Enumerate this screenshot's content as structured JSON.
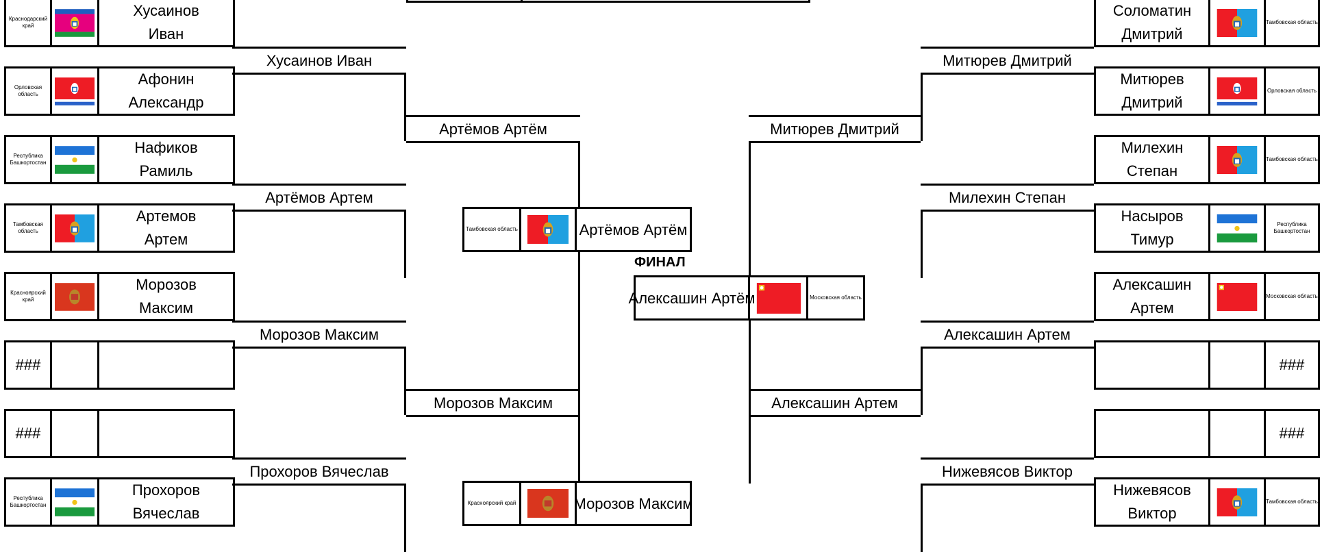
{
  "colors": {
    "line": "#000000",
    "red": "#ee1c25",
    "blue": "#20a0e0",
    "green": "#1a9a3e",
    "magenta": "#e6007e",
    "white": "#ffffff"
  },
  "final_label": "ФИНАЛ",
  "left_players": [
    {
      "region": "Краснодарский край",
      "flag": "krasnodar-flag",
      "first": "Хусаинов",
      "last": "Иван"
    },
    {
      "region": "Орловская область",
      "flag": "oryol-flag",
      "first": "Афонин",
      "last": "Александр"
    },
    {
      "region": "Республика Башкортостан",
      "flag": "bashkortostan-flag",
      "first": "Нафиков",
      "last": "Рамиль"
    },
    {
      "region": "Тамбовская область",
      "flag": "tambov-flag",
      "first": "Артемов",
      "last": "Артем"
    },
    {
      "region": "Красноярский край",
      "flag": "krasnoyarsk-flag",
      "first": "Морозов",
      "last": "Максим"
    },
    {
      "region": "###",
      "flag": "",
      "first": "",
      "last": ""
    },
    {
      "region": "###",
      "flag": "",
      "first": "",
      "last": ""
    },
    {
      "region": "Республика Башкортостан",
      "flag": "bashkortostan-flag",
      "first": "Прохоров",
      "last": "Вячеслав"
    }
  ],
  "right_players": [
    {
      "region": "Тамбовская область",
      "flag": "tambov-flag",
      "first": "Соломатин",
      "last": "Дмитрий"
    },
    {
      "region": "Орловская область",
      "flag": "oryol-flag",
      "first": "Митюрев",
      "last": "Дмитрий"
    },
    {
      "region": "Тамбовская область",
      "flag": "tambov-flag",
      "first": "Милехин",
      "last": "Степан"
    },
    {
      "region": "Республика Башкортостан",
      "flag": "bashkortostan-flag",
      "first": "Насыров",
      "last": "Тимур"
    },
    {
      "region": "Московская область",
      "flag": "moscow-oblast-flag",
      "first": "Алексашин",
      "last": "Артем"
    },
    {
      "region": "###",
      "flag": "",
      "first": "",
      "last": ""
    },
    {
      "region": "###",
      "flag": "",
      "first": "",
      "last": ""
    },
    {
      "region": "Тамбовская область",
      "flag": "tambov-flag",
      "first": "Нижевясов",
      "last": "Виктор"
    }
  ],
  "left_round2": [
    "Хусаинов Иван",
    "Артёмов Артем",
    "Морозов Максим",
    "Прохоров Вячеслав"
  ],
  "left_round3": [
    "Артёмов Артём",
    "Морозов Максим"
  ],
  "right_round2": [
    "Митюрев Дмитрий",
    "Милехин Степан",
    "Алексашин Артем",
    "Нижевясов Виктор"
  ],
  "right_round3": [
    "Митюрев Дмитрий",
    "Алексашин Артем"
  ],
  "left_finalist": {
    "region": "Тамбовская область",
    "flag": "tambov-flag",
    "name": "Артёмов Артём"
  },
  "third_place": {
    "region": "Красноярский край",
    "flag": "krasnoyarsk-flag",
    "name": "Морозов Максим"
  },
  "champion": {
    "region": "Московская область",
    "flag": "moscow-oblast-flag",
    "name": "Алексашин Артём"
  }
}
